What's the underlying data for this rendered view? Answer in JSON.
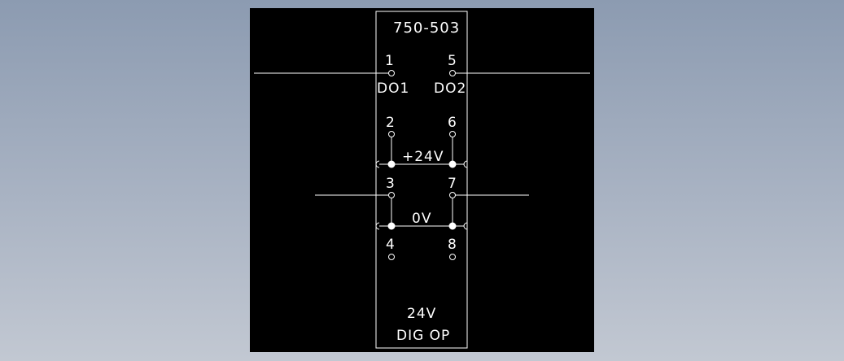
{
  "module": {
    "part_number": "750-503",
    "footer_line1": "24V",
    "footer_line2": "DIG OP"
  },
  "terminals": {
    "t1": "1",
    "t2": "2",
    "t3": "3",
    "t4": "4",
    "t5": "5",
    "t6": "6",
    "t7": "7",
    "t8": "8"
  },
  "channels": {
    "do1": "DO1",
    "do2": "DO2"
  },
  "rails": {
    "positive": "+24V",
    "ground": "0V"
  },
  "colors": {
    "background_top": "#8c9bb1",
    "background_bottom": "#c2c8d2",
    "canvas": "#000000",
    "line": "#ffffff"
  }
}
